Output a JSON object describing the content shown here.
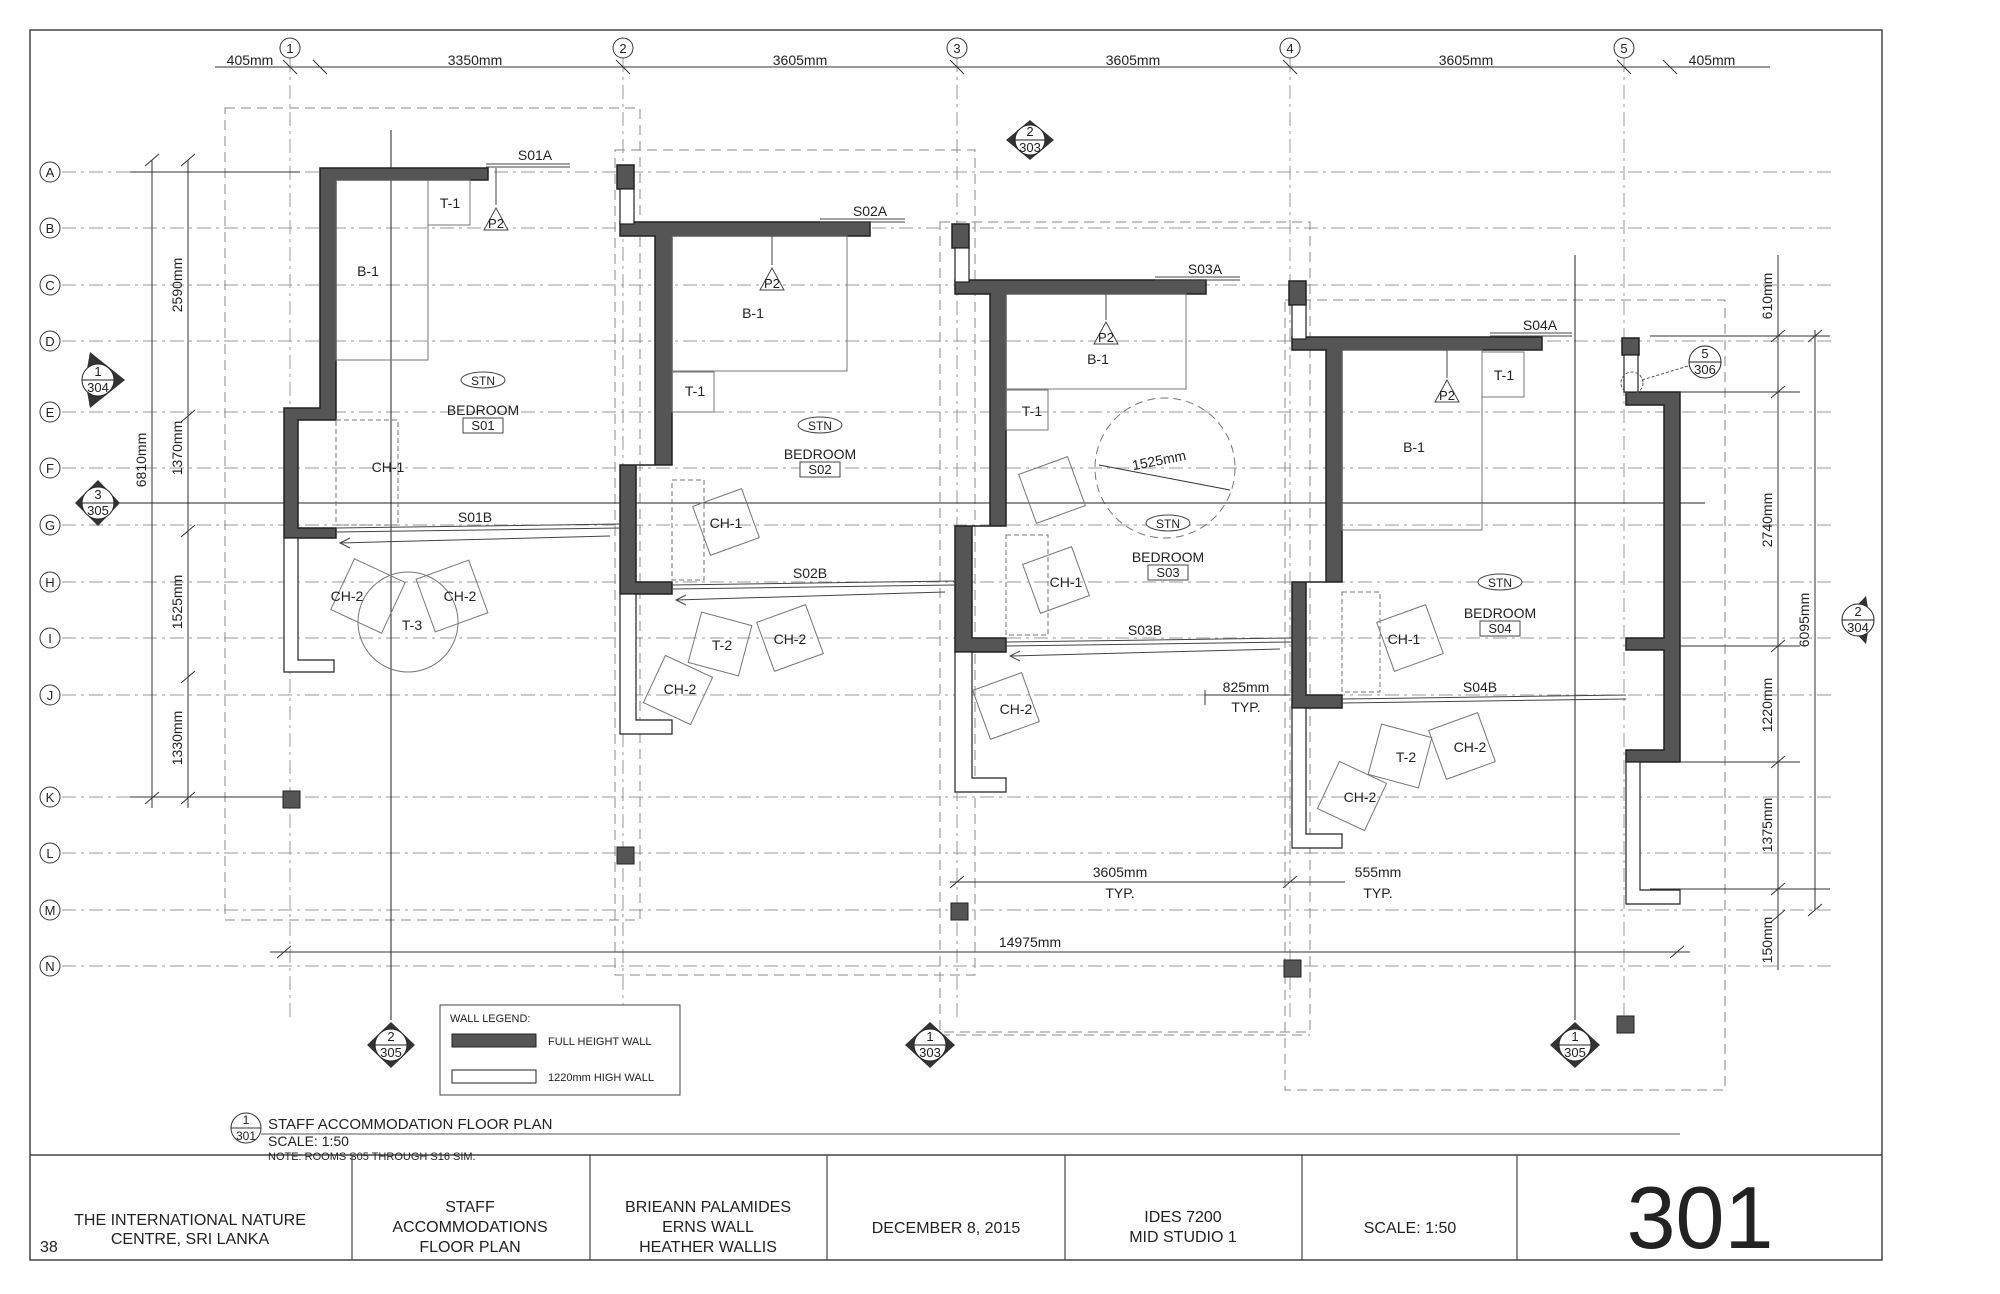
{
  "title_block": {
    "project": [
      "THE INTERNATIONAL NATURE",
      "CENTRE, SRI LANKA"
    ],
    "drawing": [
      "STAFF",
      "ACCOMMODATIONS",
      "FLOOR PLAN"
    ],
    "authors": [
      "BRIEANN PALAMIDES",
      "ERNS WALL",
      "HEATHER WALLIS"
    ],
    "date": "DECEMBER 8, 2015",
    "course": [
      "IDES 7200",
      "MID STUDIO 1"
    ],
    "scale": "SCALE: 1:50",
    "sheet_number": "301",
    "page_number": "38"
  },
  "plan_caption": {
    "ref_top": "1",
    "ref_bottom": "301",
    "title": "STAFF ACCOMMODATION FLOOR PLAN",
    "scale": "SCALE: 1:50",
    "note": "NOTE: ROOMS S05 THROUGH S16 SIM."
  },
  "wall_legend": {
    "title": "WALL LEGEND:",
    "full": "FULL HEIGHT WALL",
    "low": "1220mm HIGH WALL"
  },
  "grid_columns": [
    "1",
    "2",
    "3",
    "4",
    "5"
  ],
  "grid_rows": [
    "A",
    "B",
    "C",
    "D",
    "E",
    "F",
    "G",
    "H",
    "I",
    "J",
    "K",
    "L",
    "M",
    "N"
  ],
  "top_dims": [
    "405mm",
    "3350mm",
    "3605mm",
    "3605mm",
    "3605mm",
    "405mm"
  ],
  "left_dims": {
    "overall": "6810mm",
    "segments": [
      "2590mm",
      "1370mm",
      "1525mm",
      "1330mm"
    ]
  },
  "right_dims": {
    "overall": "6095mm",
    "segments": [
      "610mm",
      "2740mm",
      "1220mm",
      "1375mm",
      "150mm"
    ]
  },
  "bottom_dims": {
    "typ1": "3605mm",
    "typ2": "555mm",
    "typ_label": "TYP.",
    "overall": "14975mm",
    "door": "825mm",
    "circle": "1525mm"
  },
  "rooms": [
    {
      "name": "BEDROOM",
      "tag": "S01",
      "stn": "STN"
    },
    {
      "name": "BEDROOM",
      "tag": "S02",
      "stn": "STN"
    },
    {
      "name": "BEDROOM",
      "tag": "S03",
      "stn": "STN"
    },
    {
      "name": "BEDROOM",
      "tag": "S04",
      "stn": "STN"
    }
  ],
  "window_tags": [
    "S01A",
    "S01B",
    "S02A",
    "S02B",
    "S03A",
    "S03B",
    "S04A",
    "S04B"
  ],
  "furniture": {
    "bed": "B-1",
    "table": "T-1",
    "table2": "T-2",
    "table3": "T-3",
    "chair": "CH-1",
    "chair2": "CH-2",
    "pendant": "P2"
  },
  "section_markers": [
    {
      "top": "2",
      "bottom": "303"
    },
    {
      "top": "1",
      "bottom": "304"
    },
    {
      "top": "3",
      "bottom": "305"
    },
    {
      "top": "2",
      "bottom": "304"
    },
    {
      "top": "5",
      "bottom": "306"
    },
    {
      "top": "2",
      "bottom": "305"
    },
    {
      "top": "1",
      "bottom": "303"
    },
    {
      "top": "1",
      "bottom": "305"
    }
  ]
}
